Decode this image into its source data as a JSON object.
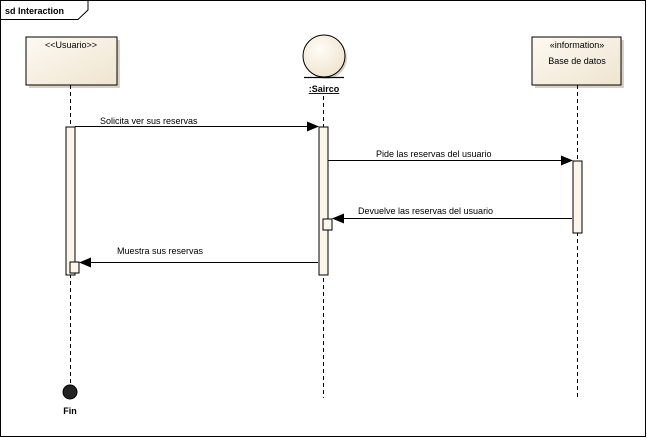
{
  "frame": {
    "title": "sd Interaction"
  },
  "lifelines": {
    "usuario": {
      "stereotype_label": "<<Usuario>>"
    },
    "sairco": {
      "label": ":Sairco"
    },
    "bd": {
      "stereotype": "«information»",
      "name": "Base de datos"
    }
  },
  "messages": [
    {
      "label": "Solicita ver sus reservas"
    },
    {
      "label": "Pide las reservas del usuario"
    },
    {
      "label": "Devuelve las reservas del usuario"
    },
    {
      "label": "Muestra sus reservas"
    }
  ],
  "final_node": {
    "label": "Fin"
  },
  "colors": {
    "box_fill": "#fbf5ea",
    "border": "#000000",
    "activation_fill": "#fbf5ea"
  }
}
